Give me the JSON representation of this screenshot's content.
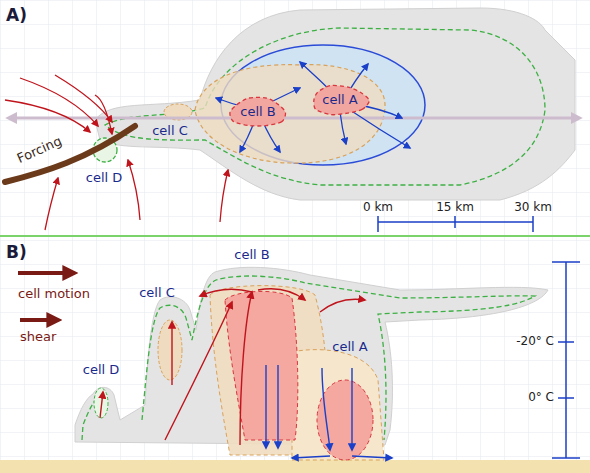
{
  "diagram": {
    "nodes": [
      {
        "text": [
          "cell B"
        ]
      },
      {
        "text": [
          "cell A"
        ]
      }
    ],
    "labels": [
      "A)",
      "Forcing",
      "cell D",
      "cell C",
      "0 km",
      "15 km",
      "30 km",
      "B)",
      "cell B",
      "cell C",
      "cell D",
      "cell A",
      "-20° C",
      "0° C"
    ],
    "legend": [
      {
        "text": "cell motion"
      },
      {
        "text": "shear"
      }
    ]
  }
}
